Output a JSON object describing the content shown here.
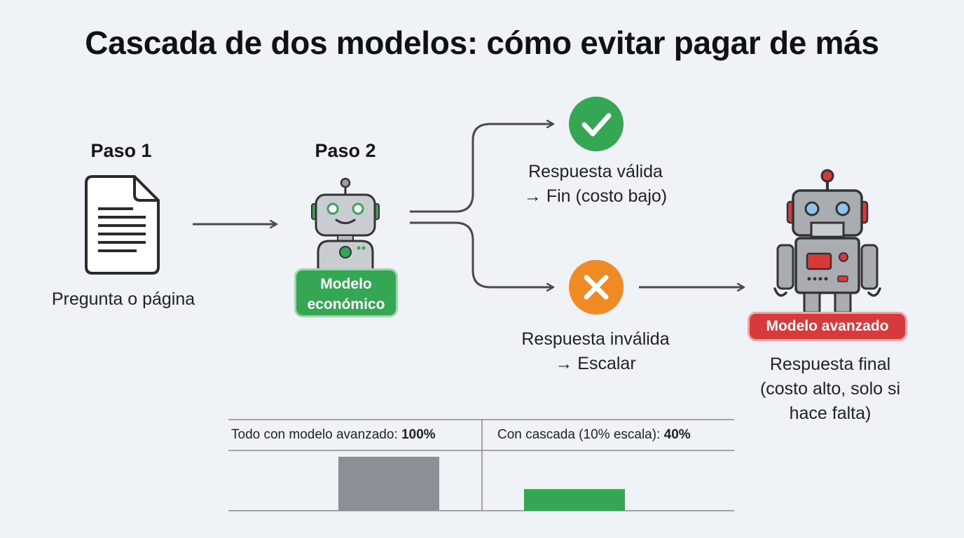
{
  "title": "Cascada de dos modelos: cómo evitar pagar de más",
  "step1": {
    "title": "Paso 1",
    "caption": "Pregunta o página"
  },
  "step2": {
    "title": "Paso 2",
    "badge_line1": "Modelo",
    "badge_line2": "económico"
  },
  "valid": {
    "line1": "Respuesta válida",
    "line2": "→ Fin (costo bajo)"
  },
  "invalid": {
    "line1": "Respuesta inválida",
    "line2": "→ Escalar"
  },
  "advanced": {
    "badge": "Modelo avanzado",
    "line1": "Respuesta final",
    "line2": "(costo alto, solo si",
    "line3": "hace falta)"
  },
  "comparison": {
    "left_label": "Todo con modelo avanzado: ",
    "left_value": "100%",
    "right_label": "Con cascada (10% escala): ",
    "right_value": "40%"
  },
  "chart_data": {
    "type": "bar",
    "categories": [
      "Todo con modelo avanzado",
      "Con cascada (10% escala)"
    ],
    "values": [
      100,
      40
    ],
    "colors": [
      "#8a9096",
      "#35a653"
    ],
    "ylim": [
      0,
      100
    ]
  },
  "colors": {
    "green": "#35a653",
    "red": "#d8393a",
    "orange": "#f08a24",
    "gray": "#8a9096"
  }
}
